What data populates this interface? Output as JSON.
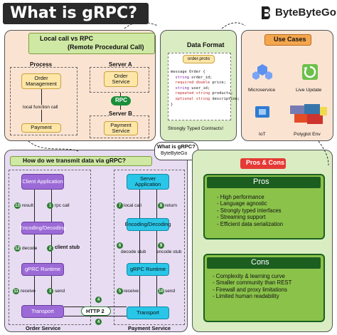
{
  "header": {
    "title": "What is gRPC?",
    "brand": "ByteByteGo"
  },
  "local_vs_rpc": {
    "heading_line1": "Local call vs RPC",
    "heading_line2": "(Remote Procedural Call)",
    "process_label": "Process",
    "order_mgmt": "Order Management",
    "local_call": "local function call",
    "payment": "Payment",
    "server_a": "Server A",
    "order_service": "Order Service",
    "rpc": "RPC",
    "server_b": "Server B",
    "payment_service": "Payment Service"
  },
  "data_format": {
    "heading": "Data Format",
    "file_tab": "order.proto",
    "code": [
      {
        "parts": [
          {
            "t": "message Order {",
            "c": "#222"
          }
        ]
      },
      {
        "parts": [
          {
            "t": "  string",
            "c": "#7b1fa2"
          },
          {
            "t": " order_id;",
            "c": "#222"
          }
        ]
      },
      {
        "parts": [
          {
            "t": "  required double",
            "c": "#c62828"
          },
          {
            "t": " price;",
            "c": "#222"
          }
        ]
      },
      {
        "parts": [
          {
            "t": "  string",
            "c": "#7b1fa2"
          },
          {
            "t": " user_id;",
            "c": "#222"
          }
        ]
      },
      {
        "parts": [
          {
            "t": "  repeated string",
            "c": "#c62828"
          },
          {
            "t": " products;",
            "c": "#222"
          }
        ]
      },
      {
        "parts": [
          {
            "t": "  optional string",
            "c": "#c62828"
          },
          {
            "t": " description;",
            "c": "#222"
          }
        ]
      },
      {
        "parts": [
          {
            "t": "}",
            "c": "#222"
          }
        ]
      }
    ],
    "caption": "Strongly Typed Contracts!"
  },
  "use_cases": {
    "heading": "Use Cases",
    "items": [
      "Microservice",
      "Live Update",
      "IoT",
      "Polyglot Env"
    ]
  },
  "transmit": {
    "heading": "How do we transmit data via gRPC?",
    "client": "Client Application",
    "enc_left": "Encoding/Decoding",
    "runtime_left": "gPRC Runtime",
    "transport_left": "Transport",
    "server": "Server Application",
    "enc_right": "Encoding/Decoding",
    "runtime_right": "gRPC Runtime",
    "transport_right": "Transport",
    "order_service": "Order Service",
    "payment_service": "Payment Service",
    "http2": "HTTP 2",
    "left_labels": {
      "result": "result",
      "rpc_call": "rpc call",
      "decode": "decode",
      "client_stub": "client stub",
      "receive": "receive",
      "send": "send"
    },
    "right_labels": {
      "local_call": "local call",
      "return": "return",
      "decode_stub": "decode stub",
      "encode_stub": "encode stub",
      "receive": "receive",
      "send": "send"
    },
    "steps_left": [
      "13",
      "1",
      "12",
      "2",
      "11",
      "3"
    ],
    "steps_right": [
      "7",
      "8",
      "6",
      "9",
      "5",
      "10"
    ],
    "step_mid_top": "4",
    "step_mid_bottom": "4"
  },
  "callout": {
    "line1": "What is gRPC?",
    "line2": "ByteByteGo"
  },
  "pros_cons": {
    "heading": "Pros & Cons",
    "pros_title": "Pros",
    "pros": [
      "High performance",
      "Language agnostic",
      "Strongly typed interfaces",
      "Streaming support",
      "Efficient data serialization"
    ],
    "cons_title": "Cons",
    "cons": [
      "Complexity & learning curve",
      "Smaller community than REST",
      "Firewall and proxy limitations",
      "Limited human readability"
    ]
  },
  "colors": {
    "panel_orange": "#fbe3d2",
    "panel_green": "#d9ecc2",
    "panel_purple": "#e7dcf2",
    "panel_pros": "#8bc34a",
    "purple_box": "#9c6ad6",
    "cyan_box": "#29c6e8",
    "dark_green": "#1b5e20",
    "red_heading": "#e53935"
  }
}
